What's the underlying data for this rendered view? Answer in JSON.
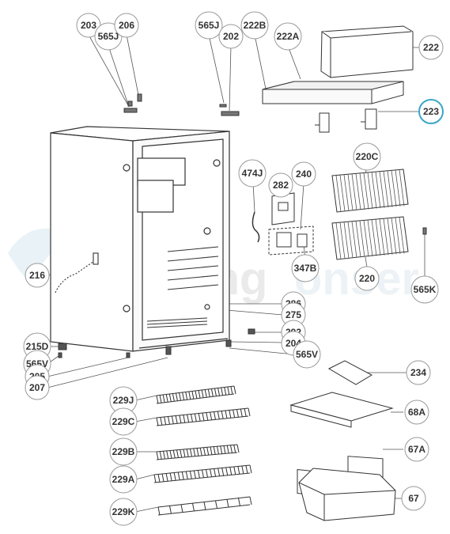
{
  "diagram": {
    "watermark": {
      "text_a": "camping",
      "text_b": "onser"
    },
    "highlight_color": "#3aa6c6",
    "callouts": [
      {
        "id": "c203",
        "label": "203"
      },
      {
        "id": "c565J_a",
        "label": "565J"
      },
      {
        "id": "c206",
        "label": "206"
      },
      {
        "id": "c565J_b",
        "label": "565J"
      },
      {
        "id": "c202",
        "label": "202"
      },
      {
        "id": "c222B",
        "label": "222B"
      },
      {
        "id": "c222A",
        "label": "222A"
      },
      {
        "id": "c222",
        "label": "222"
      },
      {
        "id": "c223",
        "label": "223",
        "highlight": true
      },
      {
        "id": "c474J",
        "label": "474J"
      },
      {
        "id": "c282",
        "label": "282"
      },
      {
        "id": "c240",
        "label": "240"
      },
      {
        "id": "c220C",
        "label": "220C"
      },
      {
        "id": "c220",
        "label": "220"
      },
      {
        "id": "c565K",
        "label": "565K"
      },
      {
        "id": "c347B",
        "label": "347B"
      },
      {
        "id": "c216",
        "label": "216"
      },
      {
        "id": "c286",
        "label": "286"
      },
      {
        "id": "c275",
        "label": "275"
      },
      {
        "id": "c292",
        "label": "292"
      },
      {
        "id": "c204",
        "label": "204"
      },
      {
        "id": "c565V_r",
        "label": "565V"
      },
      {
        "id": "c215D",
        "label": "215D"
      },
      {
        "id": "c565V_l",
        "label": "565V"
      },
      {
        "id": "c205",
        "label": "205"
      },
      {
        "id": "c207",
        "label": "207"
      },
      {
        "id": "c234",
        "label": "234"
      },
      {
        "id": "c229J",
        "label": "229J"
      },
      {
        "id": "c229C",
        "label": "229C"
      },
      {
        "id": "c68A",
        "label": "68A"
      },
      {
        "id": "c229B",
        "label": "229B"
      },
      {
        "id": "c67A",
        "label": "67A"
      },
      {
        "id": "c229A",
        "label": "229A"
      },
      {
        "id": "c229K",
        "label": "229K"
      },
      {
        "id": "c67",
        "label": "67"
      }
    ]
  }
}
